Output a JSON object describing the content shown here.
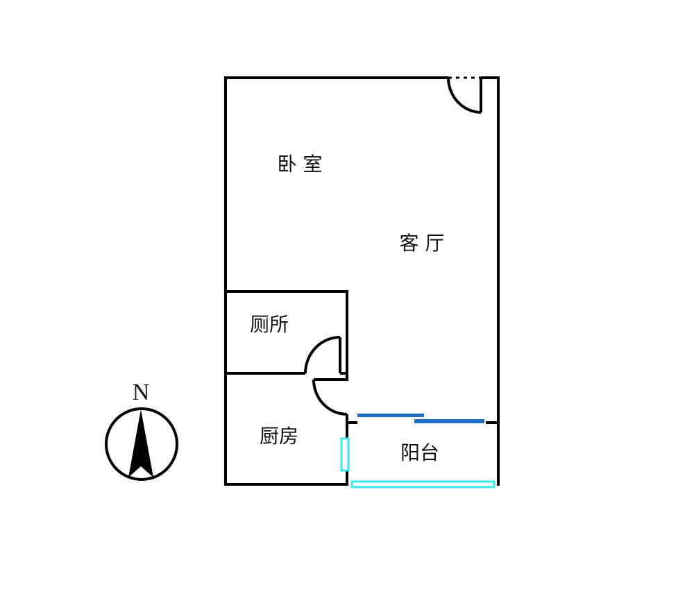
{
  "rooms": {
    "bedroom": "卧 室",
    "living_room": "客 厅",
    "toilet": "厕所",
    "kitchen": "厨房",
    "balcony": "阳台"
  },
  "compass": {
    "north_label": "N"
  },
  "colors": {
    "wall": "#000000",
    "window_blue": "#1f6fc9",
    "window_cyan": "#3ee8e8"
  }
}
